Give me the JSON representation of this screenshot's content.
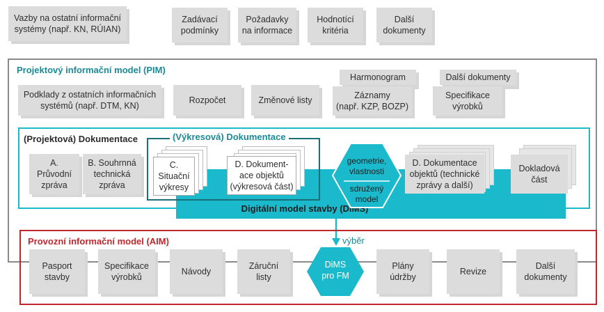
{
  "top": {
    "vazby": "Vazby na ostatní informační\nsystémy (např. KN, RÚIAN)",
    "zadavaci": "Zadávací\npodmínky",
    "pozadavky": "Požadavky\nna informace",
    "hodnotici": "Hodnotící\nkritéria",
    "dalsi": "Další\ndokumenty"
  },
  "pim": {
    "title": "Projektový informační model (PIM)",
    "podklady": "Podklady z ostatních informačních\nsystémů (např. DTM, KN)",
    "rozpocet": "Rozpočet",
    "zmenove": "Změnové listy",
    "harmonogram": "Harmonogram",
    "zaznamy": "Záznamy\n(např. KZP, BOZP)",
    "dalsi_dokumenty": "Další dokumenty",
    "specifikace": "Specifikace\nvýrobků"
  },
  "dokumentace": {
    "title": "(Projektová) Dokumentace",
    "a": "A.\nPrůvodní\nzpráva",
    "b": "B. Souhrnná\ntechnická\nzpráva",
    "vykresova_title": "(Výkresová) Dokumentace",
    "c": "C.\nSituační\nvýkresy",
    "d_vykres": "D. Dokument-\nace objektů\n(výkresová část)",
    "hex_top": "geometrie,\nvlastnosti",
    "hex_bottom": "sdružený\nmodel",
    "d_text": "D. Dokumentace\nobjektů (technické\nzprávy a další)",
    "dokladova": "Dokladová\nčást",
    "dims_label": "Digitální model stavby (DiMS)"
  },
  "aim": {
    "title": "Provozní informační model (AIM)",
    "vyber": "výběr",
    "items": [
      "Pasport\nstavby",
      "Specifikace\nvýrobků",
      "Návody",
      "Záruční\nlisty",
      "DiMS\npro FM",
      "Plány\núdržby",
      "Revize",
      "Další\ndokumenty"
    ]
  },
  "colors": {
    "teal": "#1bb9cc",
    "teal_dark": "#1a8a96",
    "red": "#c0272d",
    "gray_box": "#dcdcdc",
    "frame_gray": "#8a8a8a"
  }
}
